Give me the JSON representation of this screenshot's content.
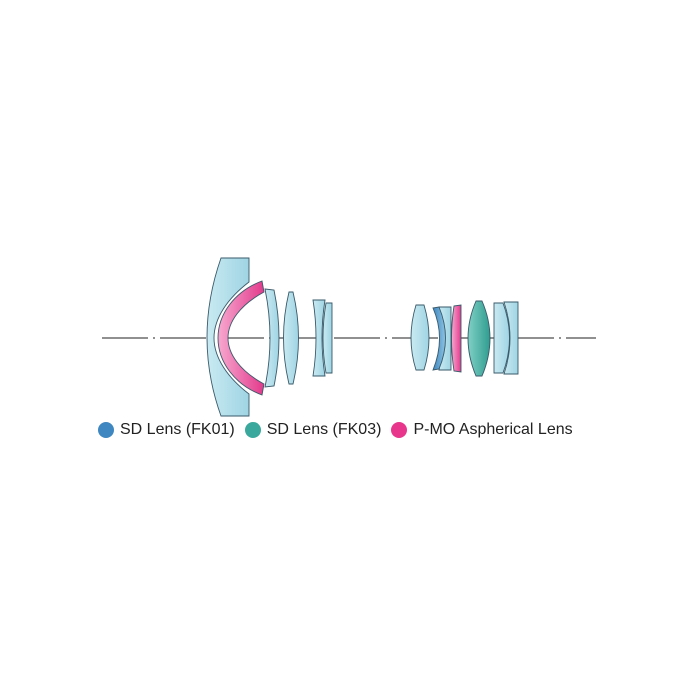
{
  "colors": {
    "sd_fk01": "#3f87c0",
    "sd_fk03": "#3aa89c",
    "pmo": "#e8368c",
    "glass": "#a9dbe8",
    "outline": "#3a5a6a"
  },
  "legend": [
    {
      "label": "SD Lens (FK01)",
      "color": "#3f87c0"
    },
    {
      "label": "SD Lens (FK03)",
      "color": "#3aa89c"
    },
    {
      "label": "P-MO Aspherical Lens",
      "color": "#e8368c"
    }
  ]
}
